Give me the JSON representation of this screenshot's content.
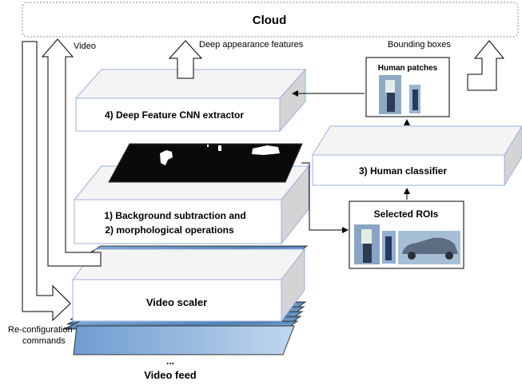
{
  "cloud": {
    "label": "Cloud"
  },
  "arrow_labels": {
    "video": "Video",
    "deep_appearance_features": "Deep appearance features",
    "bounding_boxes": "Bounding boxes",
    "reconfiguration_line1": "Re-configuration",
    "reconfiguration_line2": "commands"
  },
  "blocks": {
    "cnn_extractor": "4) Deep Feature CNN extractor",
    "background_line1": "1) Background subtraction and",
    "background_line2": "2) morphological operations",
    "video_scaler": "Video scaler",
    "human_classifier": "3) Human classifier"
  },
  "panels": {
    "human_patches": "Human patches",
    "selected_rois": "Selected ROIs"
  },
  "video_feed": {
    "ellipsis": "...",
    "label": "Video feed"
  },
  "colors": {
    "block_edge": "#9bb1dd",
    "block_side": "#d4d4d4",
    "block_top": "#f4f4f4",
    "frame_blue": "#5f8fc4",
    "mask_bg": "#0a0a0a"
  }
}
